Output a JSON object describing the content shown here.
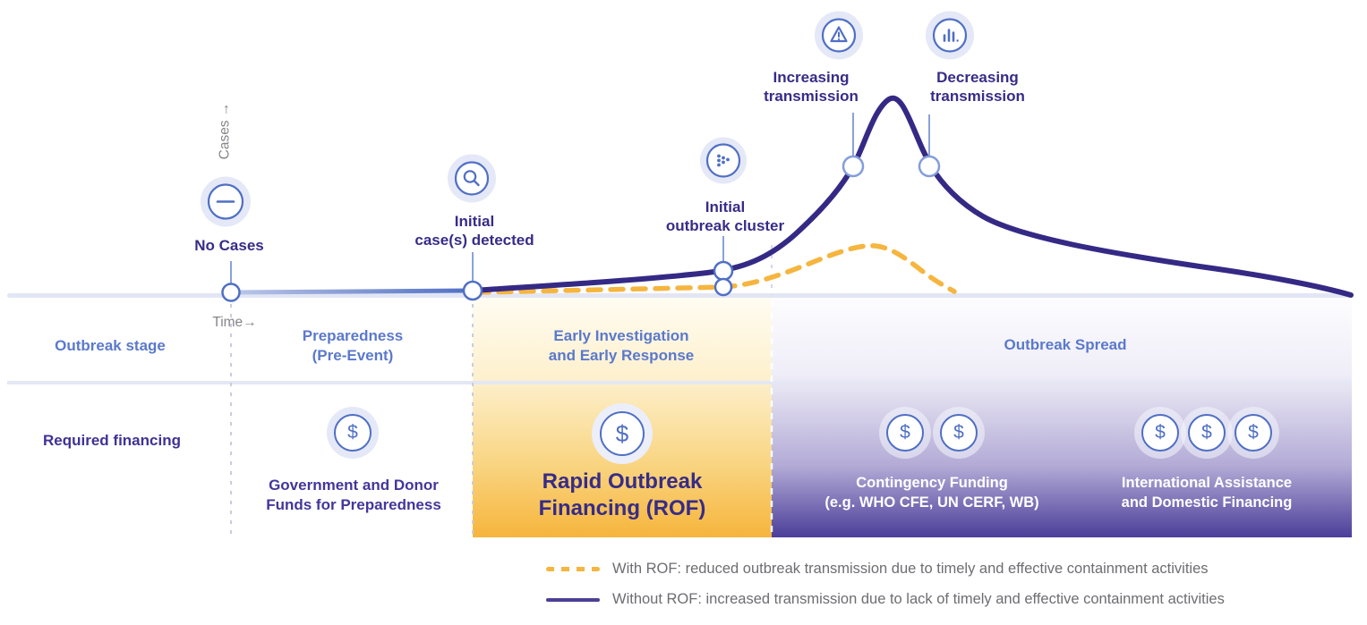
{
  "colors": {
    "accent_indigo": "#372c87",
    "accent_blue": "#5b79cc",
    "line_blue": "#4f6fc4",
    "dashed_yellow": "#f5b53f",
    "band_yellow_bottom": "#f6b53c",
    "band_purple_bottom": "#4b3e99",
    "gray_text": "#85858b"
  },
  "axis": {
    "cases": "Cases",
    "time": "Time",
    "arrow": "→"
  },
  "icons": {
    "dollar": "$"
  },
  "milestones": {
    "no_cases": {
      "label": "No Cases"
    },
    "initial_cases": {
      "line1": "Initial",
      "line2": "case(s) detected"
    },
    "outbreak_cluster": {
      "line1": "Initial",
      "line2": "outbreak cluster"
    },
    "increasing": {
      "line1": "Increasing",
      "line2": "transmission"
    },
    "decreasing": {
      "line1": "Decreasing",
      "line2": "transmission"
    }
  },
  "stage_row": {
    "header": "Outbreak stage",
    "preparedness": {
      "line1": "Preparedness",
      "line2": "(Pre-Event)"
    },
    "early": {
      "line1": "Early Investigation",
      "line2": "and Early Response"
    },
    "spread": {
      "line1": "Outbreak Spread"
    }
  },
  "financing_row": {
    "header": "Required financing",
    "preparedness": {
      "line1": "Government and Donor",
      "line2": "Funds for Preparedness",
      "dollar_count": 1
    },
    "rof": {
      "line1": "Rapid Outbreak",
      "line2": "Financing (ROF)",
      "dollar_count": 1
    },
    "contingency": {
      "line1": "Contingency Funding",
      "line2": "(e.g. WHO CFE, UN CERF, WB)",
      "dollar_count": 2
    },
    "international": {
      "line1": "International Assistance",
      "line2": "and Domestic Financing",
      "dollar_count": 3
    }
  },
  "legend": {
    "with_rof": "With ROF: reduced outbreak transmission due to timely and effective containment activities",
    "without_rof": "Without ROF: increased transmission due to lack of timely and effective containment activities"
  }
}
